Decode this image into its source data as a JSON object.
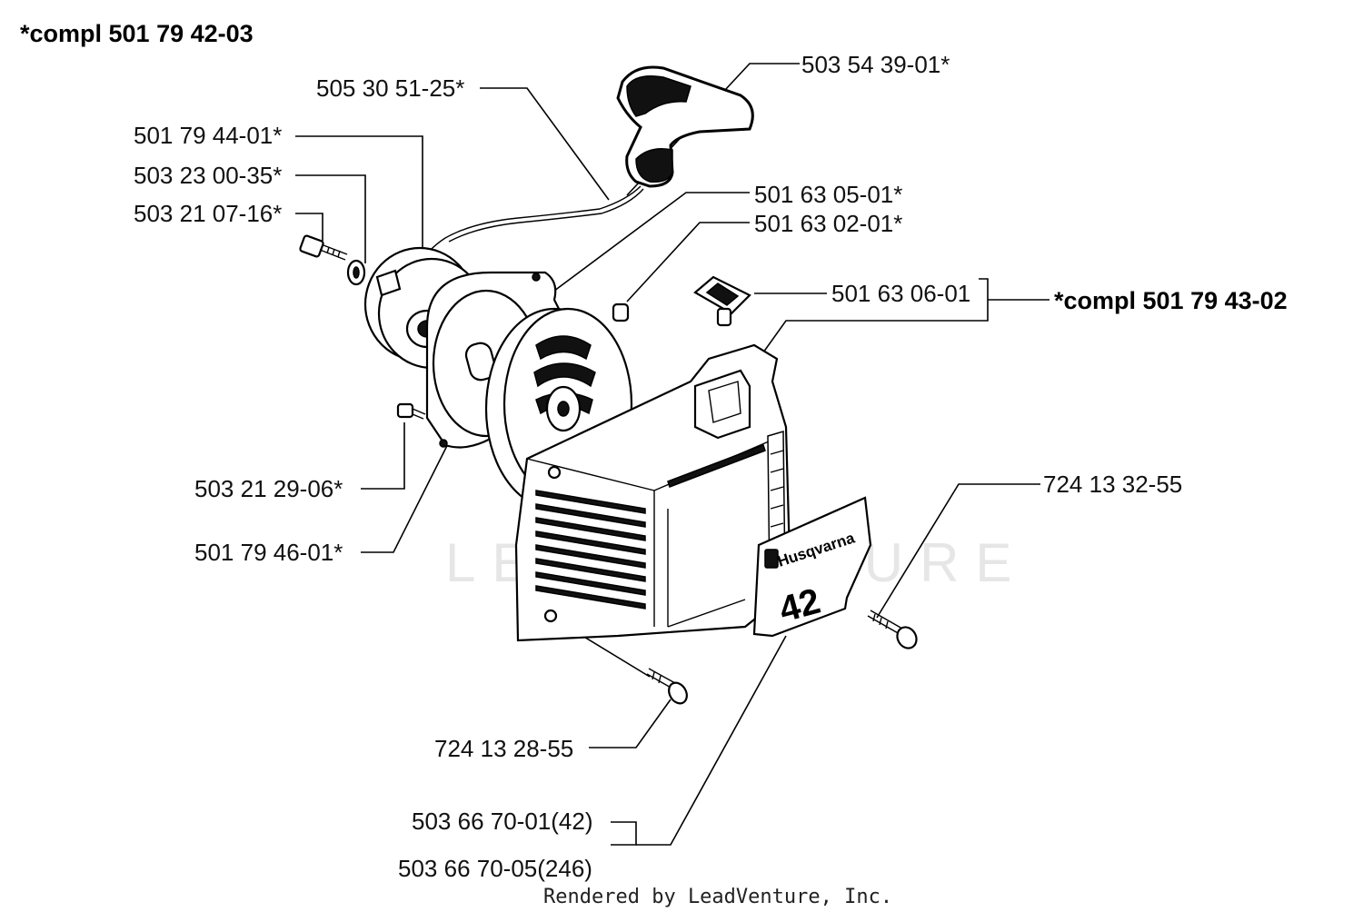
{
  "assemblies": {
    "starter_complete": "*compl 501 79 42-03",
    "cover_complete": "*compl 501 79 43-02"
  },
  "parts": {
    "starter_handle": "503 54 39-01*",
    "starter_cord": "505 30 51-25*",
    "pulley": "501 79 44-01*",
    "washer": "503 23 00-35*",
    "pulley_screw": "503 21 07-16*",
    "spring_cassette": "501 63 05-01*",
    "spring_pin": "501 63 02-01*",
    "cord_guide": "501 63 06-01",
    "cassette_screw": "503 21 29-06*",
    "spring_housing": "501 79 46-01*",
    "decal_screw": "724 13 32-55",
    "cover_screw": "724 13 28-55",
    "decal_42": "503 66 70-01(42)",
    "decal_246": "503 66 70-05(246)"
  },
  "decal": {
    "brand": "Husqvarna",
    "model": "42"
  },
  "watermark": "LEADVENTURE",
  "footer": "Rendered by LeadVenture, Inc."
}
